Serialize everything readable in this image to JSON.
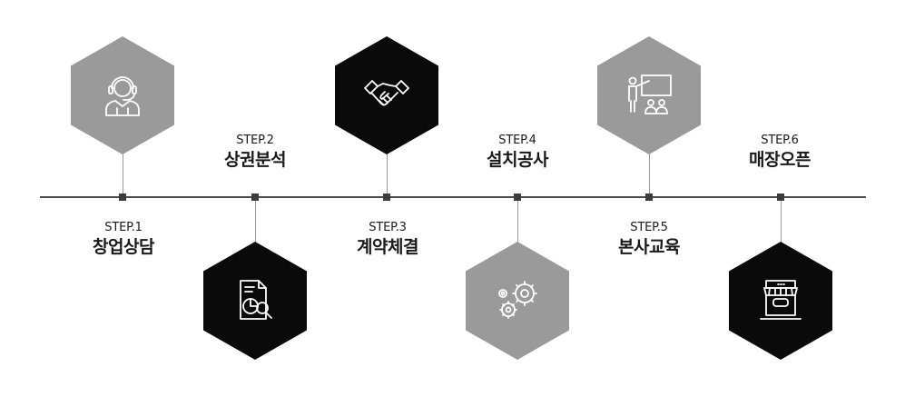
{
  "steps": [
    {
      "step": "STEP.1",
      "name": "창업상담",
      "icon": "consultant-headset-icon",
      "hex_color": "#9a9a9a"
    },
    {
      "step": "STEP.2",
      "name": "상권분석",
      "icon": "document-analysis-icon",
      "hex_color": "#0a0a0a"
    },
    {
      "step": "STEP.3",
      "name": "계약체결",
      "icon": "handshake-icon",
      "hex_color": "#0a0a0a"
    },
    {
      "step": "STEP.4",
      "name": "설치공사",
      "icon": "gears-icon",
      "hex_color": "#9a9a9a"
    },
    {
      "step": "STEP.5",
      "name": "본사교육",
      "icon": "presentation-training-icon",
      "hex_color": "#9a9a9a"
    },
    {
      "step": "STEP.6",
      "name": "매장오픈",
      "icon": "storefront-icon",
      "hex_color": "#0a0a0a"
    }
  ]
}
